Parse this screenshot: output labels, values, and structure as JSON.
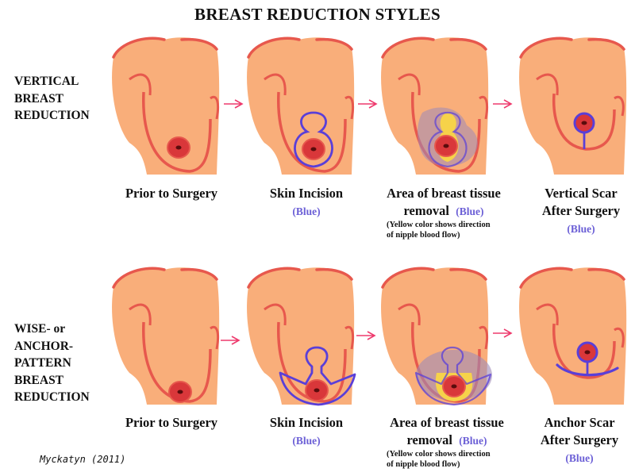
{
  "title": "BREAST REDUCTION STYLES",
  "colors": {
    "skin": "#f9ae7a",
    "outline": "#e7584d",
    "areola": "#d9373a",
    "incision": "#5a3fd8",
    "flow": "#f6d24a",
    "removal": "#9e8ab8",
    "arrow": "#ee3a6d"
  },
  "rows": [
    {
      "label": "VERTICAL\nBREAST\nREDUCTION",
      "panels": [
        {
          "caption": "Prior to Surgery"
        },
        {
          "caption": "Skin Incision",
          "blue": "(Blue)"
        },
        {
          "caption": "Area of breast tissue\nremoval",
          "blue": "(Blue)",
          "note": "(Yellow color shows direction\nof nipple blood flow)"
        },
        {
          "caption": "Vertical Scar\nAfter Surgery",
          "blue": "(Blue)"
        }
      ]
    },
    {
      "label": "WISE- or\nANCHOR-\nPATTERN\nBREAST\nREDUCTION",
      "panels": [
        {
          "caption": "Prior to Surgery"
        },
        {
          "caption": "Skin Incision",
          "blue": "(Blue)"
        },
        {
          "caption": "Area of breast tissue\nremoval",
          "blue": "(Blue)",
          "note": "(Yellow color shows direction\nof nipple blood flow)"
        },
        {
          "caption": "Anchor Scar\nAfter Surgery",
          "blue": "(Blue)"
        }
      ]
    }
  ],
  "credit": "Myckatyn (2011)"
}
